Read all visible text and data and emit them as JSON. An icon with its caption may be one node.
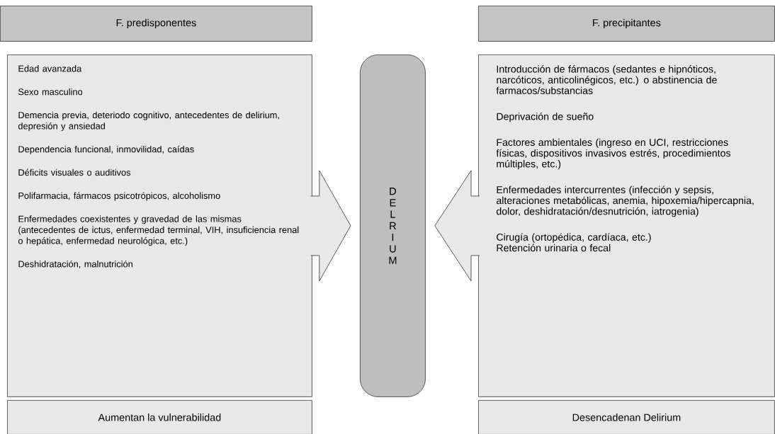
{
  "diagram": {
    "nodes": [
      {
        "text": [
          "F. predisponentes"
        ]
      },
      {
        "text": [
          "Edad avanzada",
          "Sexo masculino",
          "Demencia previa, deteriodo cognitivo, antecedentes de delirium, depresión y ansiedad",
          "Dependencia funcional, inmovilidad, caídas",
          "Déficits visuales o auditivos",
          "Polifarmacia, fármacos psicotrópicos, alcoholismo",
          "Enfermedades coexistentes y gravedad de las mismas (antecedentes de ictus, enfermedad terminal, VIH, insuficiencia renal o hepática, enfermedad neurológica, etc.)",
          "Deshidratación, malnutrición"
        ]
      },
      {
        "text": [
          "DELRIUM"
        ]
      },
      {
        "text": [
          "F. precipitantes"
        ]
      },
      {
        "text": [
          "Introducción de fármacos (sedantes e hipnóticos, narcóticos, anticolinégicos, etc.) o abstinencia de farmacos/substancias",
          "Deprivación de sueño",
          "Factores ambientales (ingreso en UCI, restricciones físicas, dispositivos invasivos estrés, procedimientos múltiples, etc.)",
          "Enfermedades intercurrentes (infección y sepsis, alteraciones metabólicas, anemia, hipoxemia/hipercapnia, dolor, deshidratación/desnutrición, iatrogenia)",
          "Cirugía (ortopédica, cardíaca, etc.)",
          "Retención urinaria o fecal"
        ]
      },
      {
        "text": [
          "Aumentan la vulnerabilidad"
        ]
      },
      {
        "text": [
          "Desencadenan Delirium"
        ]
      }
    ],
    "edges": [
      {
        "from": 1,
        "to": 2,
        "arrow": "to"
      },
      {
        "from": 4,
        "to": 2,
        "arrow": "to"
      }
    ]
  }
}
